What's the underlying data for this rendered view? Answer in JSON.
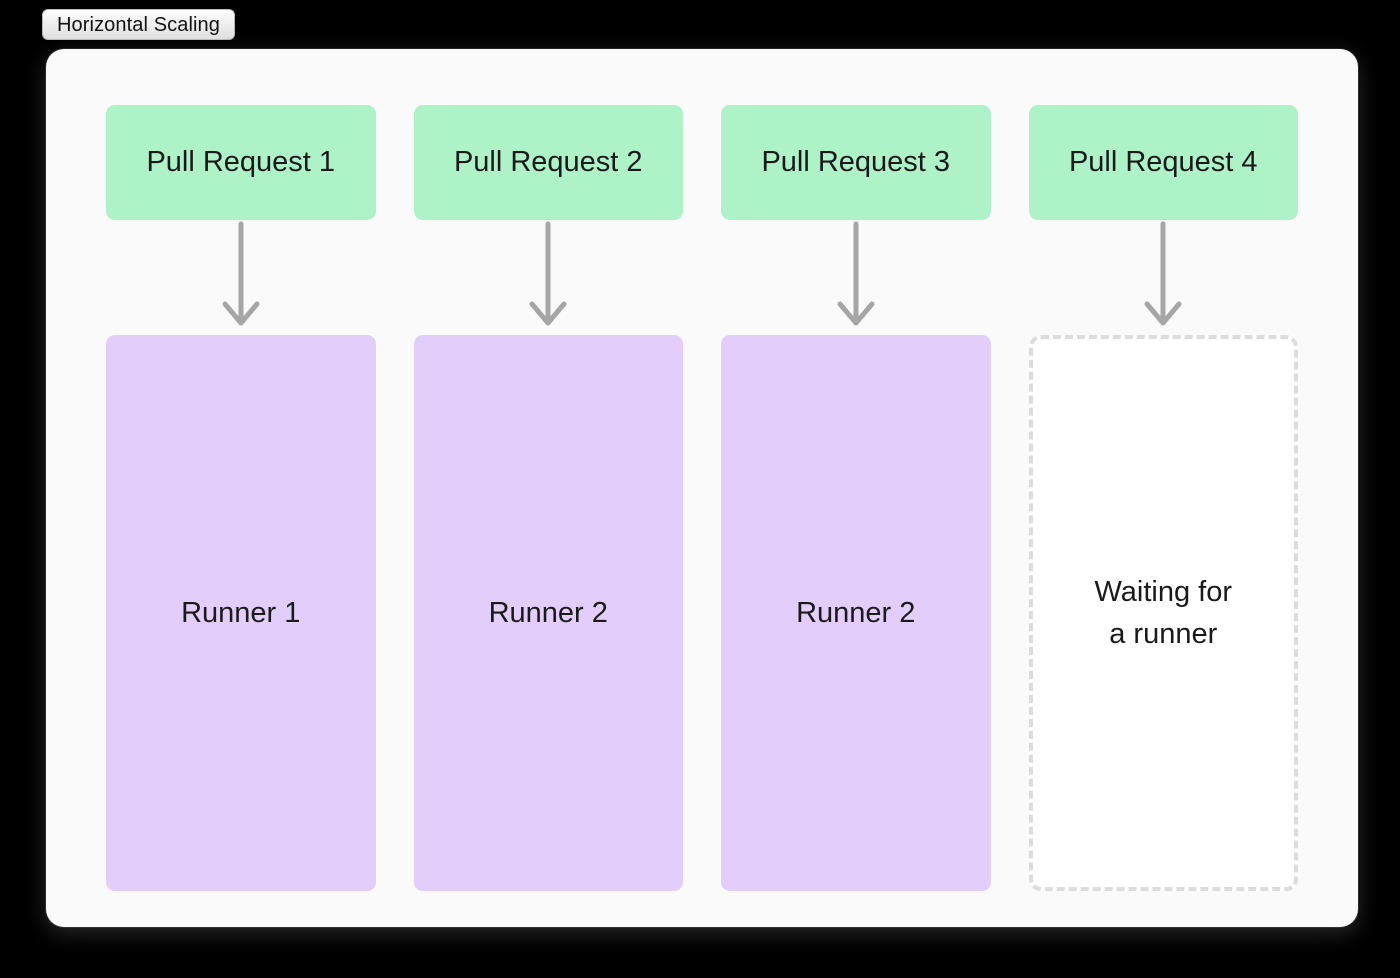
{
  "window": {
    "title": "Horizontal Scaling"
  },
  "colors": {
    "background": "#000000",
    "card": "#FAFAFA",
    "pull_request": "#AEF2C8",
    "runner": "#E2CDFB",
    "waiting_border": "#DCDCDC",
    "waiting_fill": "#FFFFFF",
    "arrow": "#A6A6A6",
    "text": "#1A1A1A"
  },
  "diagram": {
    "columns": [
      {
        "pull_request": "Pull Request 1",
        "arrow": "down-arrow-icon",
        "runner": "Runner 1",
        "state": "assigned"
      },
      {
        "pull_request": "Pull Request 2",
        "arrow": "down-arrow-icon",
        "runner": "Runner 2",
        "state": "assigned"
      },
      {
        "pull_request": "Pull Request 3",
        "arrow": "down-arrow-icon",
        "runner": "Runner 2",
        "state": "assigned"
      },
      {
        "pull_request": "Pull Request 4",
        "arrow": "down-arrow-icon",
        "runner": "Waiting for\na runner",
        "state": "waiting"
      }
    ]
  }
}
